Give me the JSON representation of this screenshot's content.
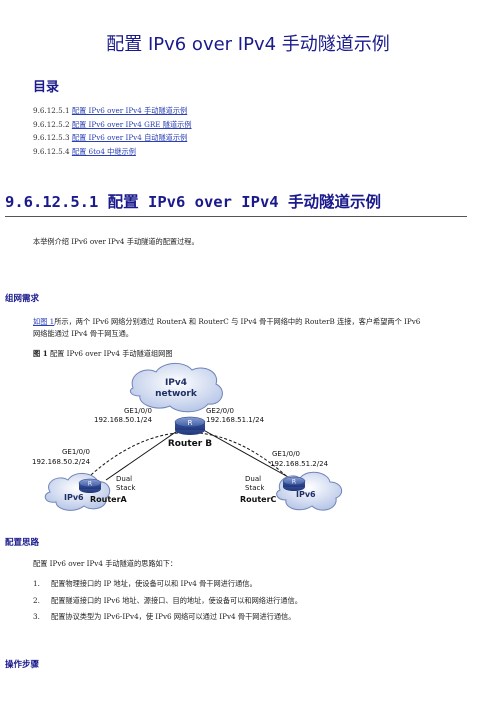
{
  "title": "配置 IPv6 over IPv4 手动隧道示例",
  "toc": {
    "heading": "目录",
    "items": [
      {
        "num": "9.6.12.5.1",
        "label": "配置 IPv6 over IPv4 手动隧道示例"
      },
      {
        "num": "9.6.12.5.2",
        "label": "配置 IPv6 over IPv4 GRE 隧道示例"
      },
      {
        "num": "9.6.12.5.3",
        "label": "配置 IPv6 over IPv4 自动隧道示例"
      },
      {
        "num": "9.6.12.5.4",
        "label": "配置 6to4 中继示例"
      }
    ]
  },
  "section": {
    "title": "9.6.12.5.1  配置 IPv6 over  IPv4 手动隧道示例",
    "intro": "本举例介绍 IPv6 over IPv4 手动隧道的配置过程。"
  },
  "requirements": {
    "heading": "组网需求",
    "link": "如图 1",
    "text_line1": "所示，两个 IPv6 网络分别通过 RouterA 和 RouterC 与 IPv4 骨干网络中的 RouterB 连接，客户希望两个 IPv6",
    "text_line2": "网络能通过 IPv4 骨干网互通。"
  },
  "figure": {
    "caption_bold": "图 1",
    "caption_text": " 配置 IPv6 over IPv4 手动隧道组网图",
    "cloud_top": [
      "IPv4",
      "network"
    ],
    "router_b": "Router B",
    "router_a": "RouterA",
    "router_c": "RouterC",
    "rb_left_if": "GE1/0/0",
    "rb_left_ip": "192.168.50.1/24",
    "rb_right_if": "GE2/0/0",
    "rb_right_ip": "192.168.51.1/24",
    "ra_if": "GE1/0/0",
    "ra_ip": "192.168.50.2/24",
    "rc_if": "GE1/0/0",
    "rc_ip": "192.168.51.2/24",
    "dual_stack_a": [
      "Dual",
      "Stack"
    ],
    "dual_stack_c": [
      "Dual",
      "Stack"
    ],
    "ipv6_left": "IPv6",
    "ipv6_right": "IPv6",
    "router_glyph": "R"
  },
  "approach": {
    "heading": "配置思路",
    "intro": "配置 IPv6 over IPv4 手动隧道的思路如下：",
    "steps": [
      {
        "n": "1.",
        "text": "配置物理接口的 IP 地址，使设备可以和 IPv4 骨干网进行通信。"
      },
      {
        "n": "2.",
        "text": "配置隧道接口的 IPv6 地址、源接口、目的地址，使设备可以和网络进行通信。"
      },
      {
        "n": "3.",
        "text": "配置协议类型为 IPv6-IPv4，使 IPv6 网络可以通过 IPv4 骨干网进行通信。"
      }
    ]
  },
  "procedure": {
    "heading": "操作步骤"
  }
}
